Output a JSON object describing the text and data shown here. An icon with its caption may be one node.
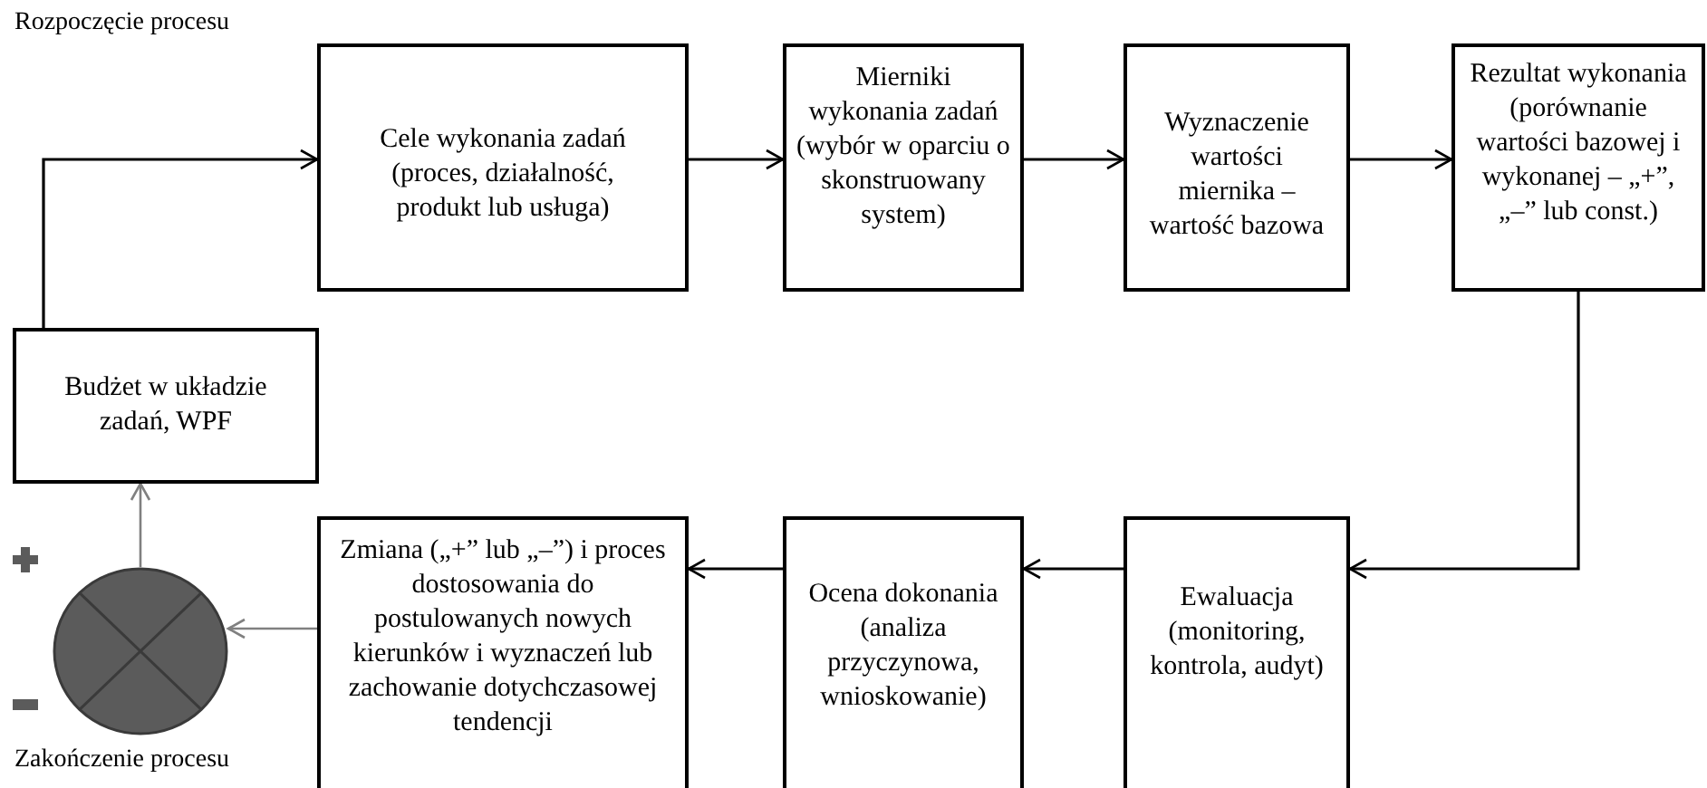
{
  "diagram": {
    "nodes": [
      {
        "text": [
          "Budżet w układzie zadań, WPF"
        ]
      },
      {
        "text": [
          "Cele wykonania zadań (proces, działalność, produkt lub usługa)"
        ]
      },
      {
        "text": [
          "Mierniki wykonania zadań (wybór w oparciu o skonstruowany system)"
        ]
      },
      {
        "text": [
          "Wyznaczenie wartości miernika – wartość bazowa"
        ]
      },
      {
        "text": [
          "Rezultat wykonania (porównanie wartości bazowej i wykonanej – „+”, „–” lub const.)"
        ]
      },
      {
        "text": [
          "Ewaluacja (monitoring, kontrola, audyt)"
        ]
      },
      {
        "text": [
          "Ocena dokonania (analiza przyczynowa, wnioskowanie)"
        ]
      },
      {
        "text": [
          "Zmiana („+” lub „–”) i proces dostosowania do postulowanych nowych kierunków i wyznaczeń lub zachowanie dotychczasowej tendencji"
        ]
      },
      {
        "text": [],
        "shape": "circle"
      }
    ],
    "edges": [
      {
        "from": 0,
        "to": 1,
        "arrow": "to"
      },
      {
        "from": 1,
        "to": 2,
        "arrow": "to"
      },
      {
        "from": 2,
        "to": 3,
        "arrow": "to"
      },
      {
        "from": 3,
        "to": 4,
        "arrow": "to"
      },
      {
        "from": 4,
        "to": 5,
        "arrow": "to"
      },
      {
        "from": 5,
        "to": 6,
        "arrow": "to"
      },
      {
        "from": 6,
        "to": 7,
        "arrow": "to"
      },
      {
        "from": 7,
        "to": 8,
        "arrow": "to",
        "color": "#808080"
      },
      {
        "from": 8,
        "to": 0,
        "arrow": "to",
        "color": "#808080"
      }
    ],
    "labels": [
      "Rozpoczęcie procesu",
      "Zakończenie procesu"
    ]
  }
}
